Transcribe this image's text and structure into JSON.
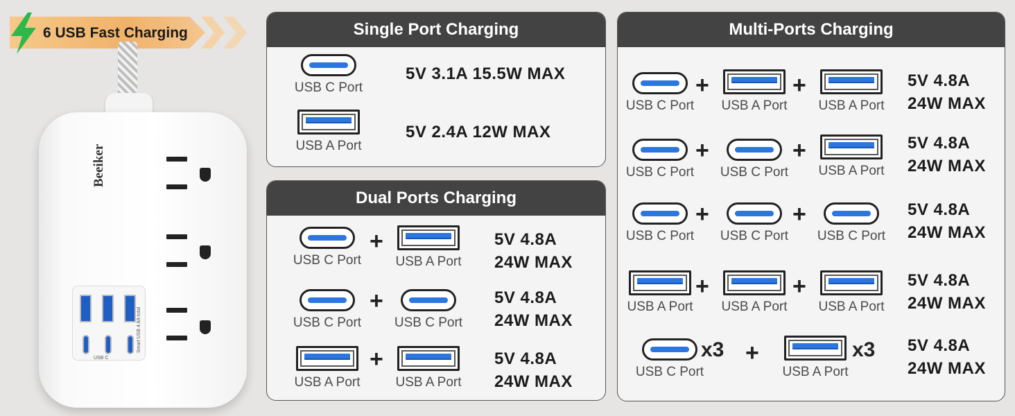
{
  "banner": {
    "label": "6 USB Fast Charging"
  },
  "product": {
    "brand": "Beeiker",
    "usb_c_tag": "USB C",
    "usb_side_text": "Smart USB 4.8A total"
  },
  "single": {
    "title": "Single Port Charging",
    "rows": [
      {
        "port": "USB C Port",
        "spec": "5V 3.1A 15.5W MAX"
      },
      {
        "port": "USB A Port",
        "spec": "5V 2.4A 12W MAX"
      }
    ]
  },
  "dual": {
    "title": "Dual Ports Charging",
    "rows": [
      {
        "p1": "USB C Port",
        "p2": "USB A Port",
        "spec1": "5V 4.8A",
        "spec2": "24W MAX"
      },
      {
        "p1": "USB C Port",
        "p2": "USB C Port",
        "spec1": "5V 4.8A",
        "spec2": "24W MAX"
      },
      {
        "p1": "USB A Port",
        "p2": "USB A Port",
        "spec1": "5V 4.8A",
        "spec2": "24W MAX"
      }
    ]
  },
  "multi": {
    "title": "Multi-Ports Charging",
    "rows": [
      {
        "p1": "USB C Port",
        "p2": "USB A Port",
        "p3": "USB A Port",
        "spec1": "5V 4.8A",
        "spec2": "24W MAX"
      },
      {
        "p1": "USB C Port",
        "p2": "USB C Port",
        "p3": "USB A Port",
        "spec1": "5V 4.8A",
        "spec2": "24W MAX"
      },
      {
        "p1": "USB C Port",
        "p2": "USB C Port",
        "p3": "USB C Port",
        "spec1": "5V 4.8A",
        "spec2": "24W MAX"
      },
      {
        "p1": "USB A Port",
        "p2": "USB A Port",
        "p3": "USB A Port",
        "spec1": "5V 4.8A",
        "spec2": "24W MAX"
      }
    ],
    "last": {
      "p1": "USB C Port",
      "p2": "USB A Port",
      "mult": "x3",
      "spec1": "5V 4.8A",
      "spec2": "24W MAX"
    }
  },
  "symbols": {
    "plus": "+"
  },
  "colors": {
    "accent_blue": "#2b76e0",
    "header_gray": "#434343",
    "banner_orange": "#f1b26a",
    "bolt_green": "#2fb84a"
  },
  "icons": [
    "lightning-bolt-icon",
    "usb-c-port-icon",
    "usb-a-port-icon"
  ]
}
